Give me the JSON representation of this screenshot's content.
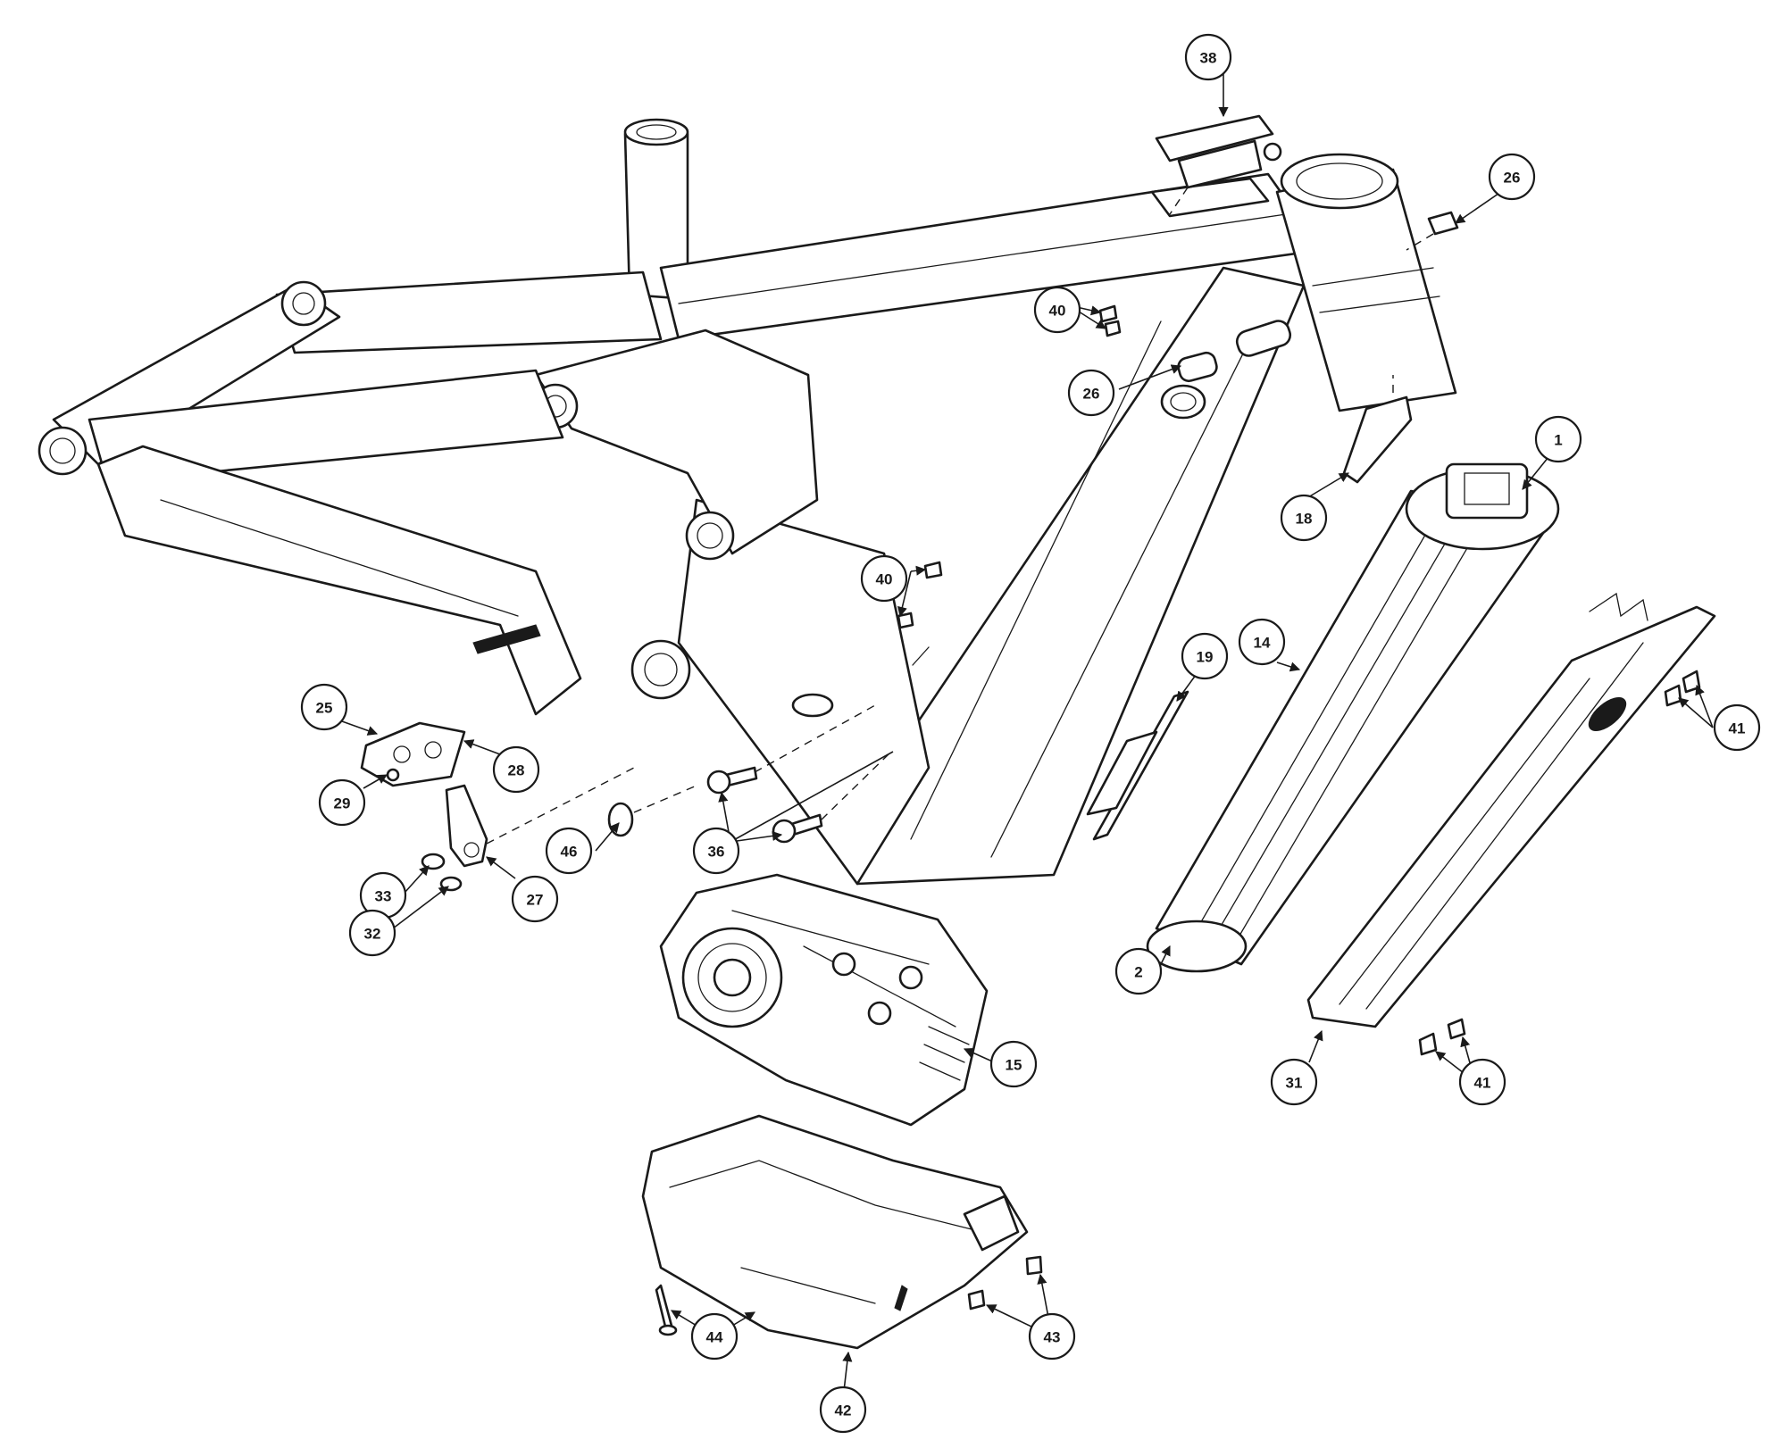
{
  "callouts": [
    {
      "label": "38"
    },
    {
      "label": "26"
    },
    {
      "label": "40"
    },
    {
      "label": "26"
    },
    {
      "label": "1"
    },
    {
      "label": "18"
    },
    {
      "label": "40"
    },
    {
      "label": "19"
    },
    {
      "label": "14"
    },
    {
      "label": "41"
    },
    {
      "label": "25"
    },
    {
      "label": "28"
    },
    {
      "label": "29"
    },
    {
      "label": "46"
    },
    {
      "label": "36"
    },
    {
      "label": "33"
    },
    {
      "label": "27"
    },
    {
      "label": "32"
    },
    {
      "label": "2"
    },
    {
      "label": "15"
    },
    {
      "label": "31"
    },
    {
      "label": "41"
    },
    {
      "label": "44"
    },
    {
      "label": "43"
    },
    {
      "label": "42"
    }
  ]
}
